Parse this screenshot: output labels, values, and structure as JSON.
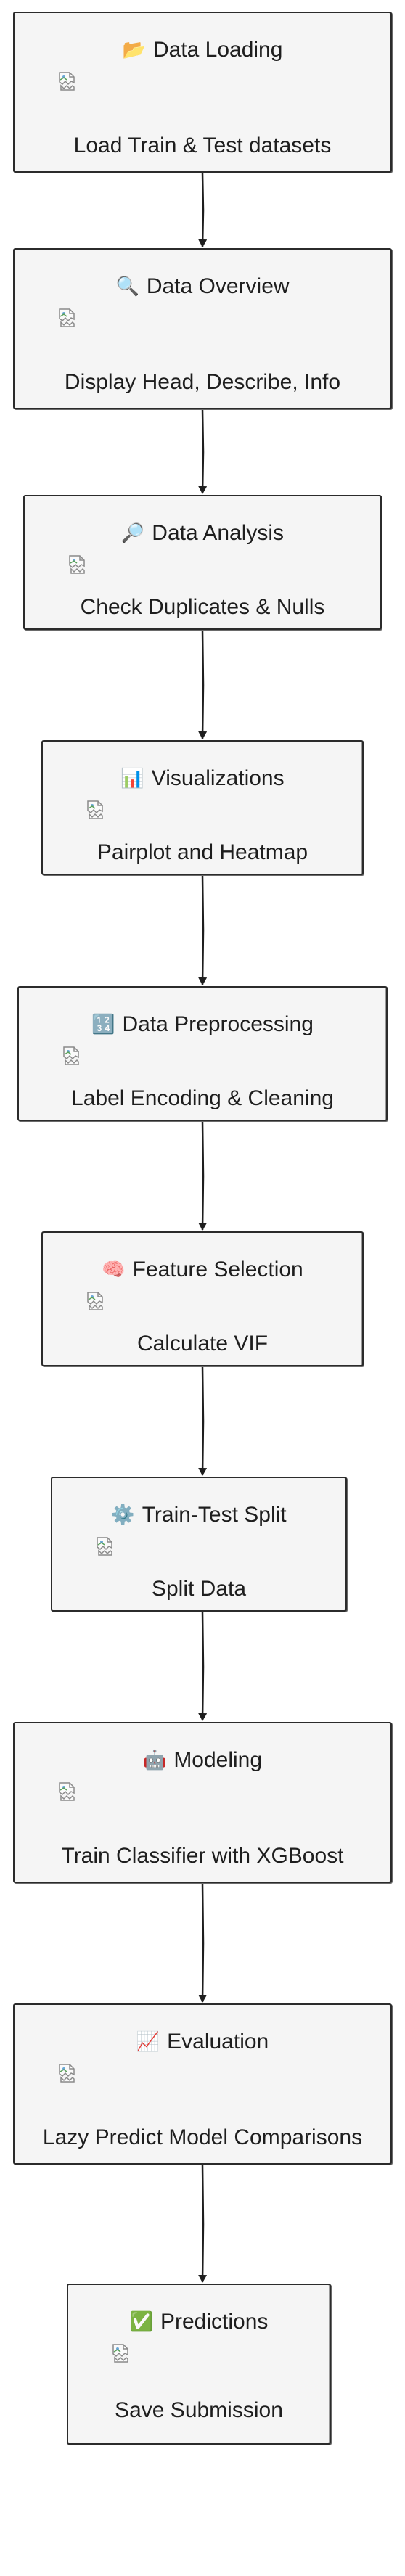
{
  "nodes": [
    {
      "id": "data-loading",
      "icon": "folder-icon",
      "glyph": "📂",
      "title": "Data Loading",
      "text": "Load Train & Test datasets"
    },
    {
      "id": "data-overview",
      "icon": "magnifier-icon",
      "glyph": "🔍",
      "title": "Data Overview",
      "text": "Display Head, Describe, Info"
    },
    {
      "id": "data-analysis",
      "icon": "magnifier-right-icon",
      "glyph": "🔎",
      "title": "Data Analysis",
      "text": "Check Duplicates & Nulls"
    },
    {
      "id": "visualizations",
      "icon": "bar-chart-icon",
      "glyph": "📊",
      "title": "Visualizations",
      "text": "Pairplot and Heatmap"
    },
    {
      "id": "data-preprocessing",
      "icon": "numbers-icon",
      "glyph": "🔢",
      "title": "Data Preprocessing",
      "text": "Label Encoding & Cleaning"
    },
    {
      "id": "feature-selection",
      "icon": "brain-icon",
      "glyph": "🧠",
      "title": "Feature Selection",
      "text": "Calculate VIF"
    },
    {
      "id": "train-test-split",
      "icon": "gear-icon",
      "glyph": "⚙️",
      "title": "Train-Test Split",
      "text": "Split Data"
    },
    {
      "id": "modeling",
      "icon": "robot-icon",
      "glyph": "🤖",
      "title": "Modeling",
      "text": "Train Classifier with XGBoost"
    },
    {
      "id": "evaluation",
      "icon": "trend-chart-icon",
      "glyph": "📈",
      "title": "Evaluation",
      "text": "Lazy Predict Model Comparisons"
    },
    {
      "id": "predictions",
      "icon": "check-mark-icon",
      "glyph": "✅",
      "title": "Predictions",
      "text": "Save Submission"
    }
  ]
}
